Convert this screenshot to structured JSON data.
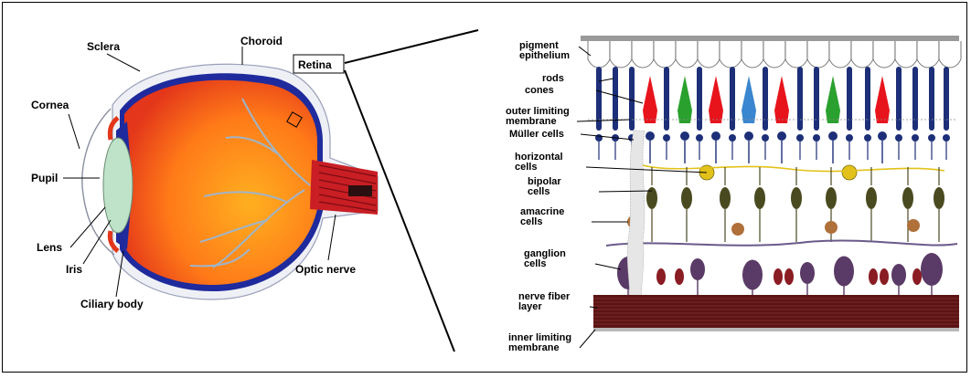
{
  "eye_labels": {
    "sclera": "Sclera",
    "choroid": "Choroid",
    "retina": "Retina",
    "cornea": "Cornea",
    "pupil": "Pupil",
    "lens": "Lens",
    "iris": "Iris",
    "ciliary_body": "Ciliary body",
    "optic_nerve": "Optic nerve"
  },
  "retina_labels": [
    [
      "pigment",
      "epithelium"
    ],
    [
      "rods"
    ],
    [
      "cones"
    ],
    [
      "outer limiting",
      "membrane"
    ],
    [
      "Müller cells"
    ],
    [
      "horizontal",
      "cells"
    ],
    [
      "bipolar",
      "cells"
    ],
    [
      "amacrine",
      "cells"
    ],
    [
      "ganglion",
      "cells"
    ],
    [
      "nerve fiber",
      "layer"
    ],
    [
      "inner limiting",
      "membrane"
    ]
  ],
  "colors": {
    "sclera": "#eef0f6",
    "choroid": "#1f2a9c",
    "vitreous_outer": "#e3361a",
    "vitreous_inner": "#ffb020",
    "lens": "#bfe3c8",
    "rod": "#1d2f78",
    "cone_red": "#e8141c",
    "cone_green": "#2aa12e",
    "cone_blue": "#3a86d0",
    "bipolar": "#4a4a20",
    "horizontal": "#e2c21a",
    "amacrine": "#b0703a",
    "ganglion": "#5a3a66",
    "fiber": "#5a1414"
  }
}
